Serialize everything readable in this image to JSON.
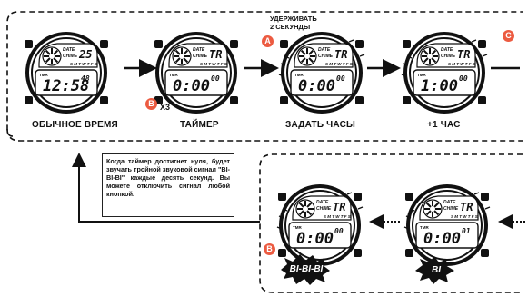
{
  "top_row": [
    {
      "label": "ОБЫЧНОЕ ВРЕМЯ",
      "time": "12:58",
      "seconds": "48",
      "date_label": "DATE",
      "chime_label": "CHIME",
      "date_value": "25",
      "mode_label": "TMR"
    },
    {
      "label": "ТАЙМЕР",
      "time": "0:00",
      "seconds": "00",
      "date_label": "DATE",
      "chime_label": "CHIME",
      "date_value": "TR",
      "mode_label": "TMR"
    },
    {
      "label": "ЗАДАТЬ ЧАСЫ",
      "time": "0:00",
      "seconds": "00",
      "date_label": "DATE",
      "chime_label": "CHIME",
      "date_value": "TR",
      "mode_label": "TMR"
    },
    {
      "label": "+1 ЧАС",
      "time": "1:00",
      "seconds": "00",
      "date_label": "DATE",
      "chime_label": "CHIME",
      "date_value": "TR",
      "mode_label": "TMR"
    }
  ],
  "bottom_row": [
    {
      "time": "0:00",
      "seconds": "00",
      "date_value": "TR",
      "mode_label": "TMR",
      "burst": "BI-BI-BI"
    },
    {
      "time": "0:00",
      "seconds": "01",
      "date_value": "TR",
      "mode_label": "TMR",
      "burst": "BI"
    }
  ],
  "week_days": "S M T W T F S",
  "hold_text": [
    "УДЕРЖИВАТЬ",
    "2 СЕКУНДЫ"
  ],
  "press_times": "X3",
  "note_text": "Когда таймер достигнет нуля, будет звучать тройной звуковой сигнал \"BI-BI-BI\" каждые десять секунд. Вы можете отключить сигнал любой кнопкой.",
  "badges": {
    "a": "A",
    "b": "B",
    "c": "C"
  },
  "colors": {
    "badge": "#ec5b41",
    "ink": "#111111",
    "lcd": "#ffffff"
  }
}
